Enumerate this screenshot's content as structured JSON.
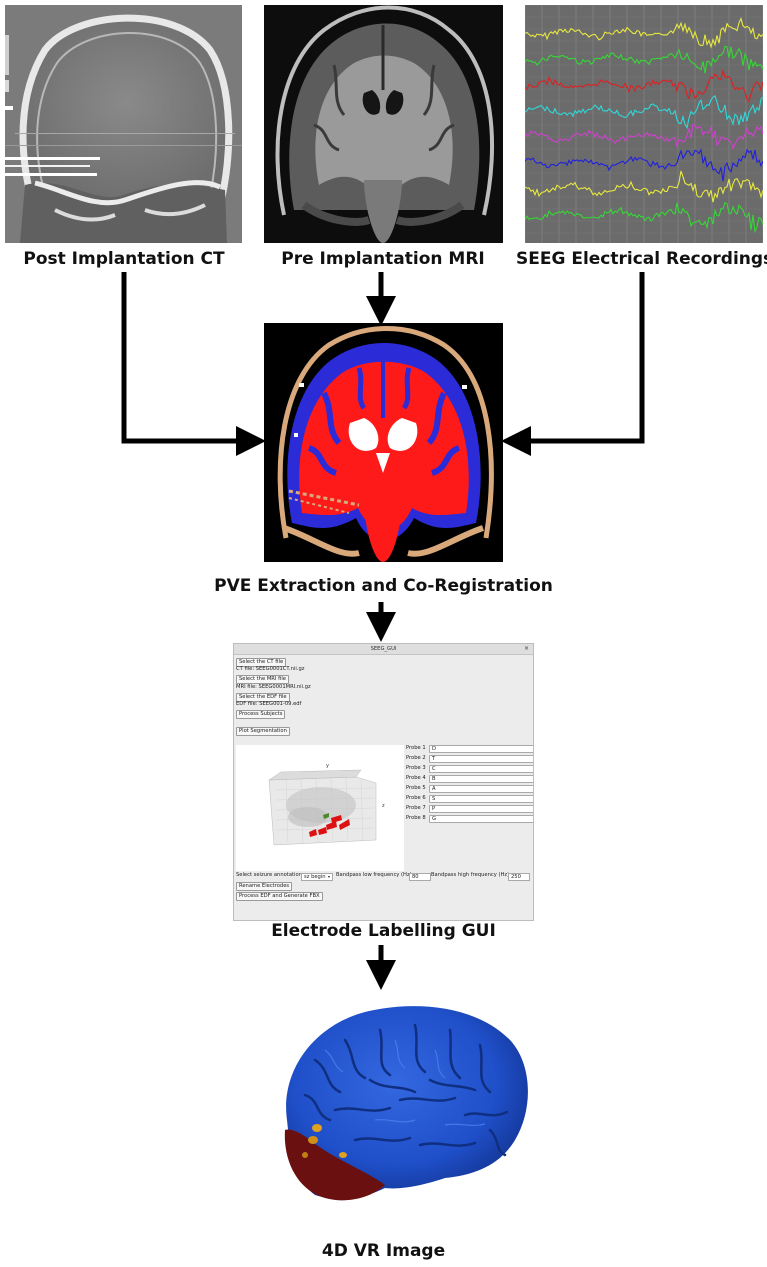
{
  "stages": {
    "ct": {
      "caption": "Post Implantation CT"
    },
    "mri": {
      "caption": "Pre Implantation MRI"
    },
    "seeg": {
      "caption": "SEEG Electrical Recordings"
    },
    "pve": {
      "caption": "PVE Extraction and Co-Registration"
    },
    "gui": {
      "caption": "Electrode Labelling GUI"
    },
    "vr": {
      "caption": "4D VR Image"
    }
  },
  "gui": {
    "title": "SEEG_GUI",
    "close": "×",
    "select_ct": "Select the CT file",
    "ct_file": "CT file: SEEG0001CT.nii.gz",
    "select_mri": "Select the MRI file",
    "mri_file": "MRI file: SEEG0001MRI.nii.gz",
    "select_edf": "Select the EDF file",
    "edf_file": "EDF file: SEEG001-09.edf",
    "process_subjects": "Process Subjects",
    "plot_segmentation": "Plot Segmentation",
    "plot_axis_y": "y",
    "plot_axis_z": "z",
    "probes": [
      {
        "label": "Probe 1",
        "value": "D"
      },
      {
        "label": "Probe 2",
        "value": "T"
      },
      {
        "label": "Probe 3",
        "value": "C"
      },
      {
        "label": "Probe 4",
        "value": "B"
      },
      {
        "label": "Probe 5",
        "value": "A"
      },
      {
        "label": "Probe 6",
        "value": "S"
      },
      {
        "label": "Probe 7",
        "value": "P"
      },
      {
        "label": "Probe 8",
        "value": "G"
      }
    ],
    "seizure_label": "Select seizure annotation",
    "seizure_value": "sz begin",
    "bandpass_low_label": "Bandpass low frequency (Hz)",
    "bandpass_low_value": "80",
    "bandpass_high_label": "Bandpass high frequency (Hz)",
    "bandpass_high_value": "250",
    "rename_electrodes": "Rename Electrodes",
    "process_edf": "Process EDF and Generate FBX"
  },
  "colors": {
    "seeg_traces": [
      "#e8e840",
      "#35d835",
      "#e02020",
      "#30d8d8",
      "#d040d0",
      "#2020e0",
      "#e8e840",
      "#35d835"
    ],
    "pve_red": "#ff1a1a",
    "pve_blue": "#2b2bd8",
    "vr_blue": "#1f4fc9"
  }
}
